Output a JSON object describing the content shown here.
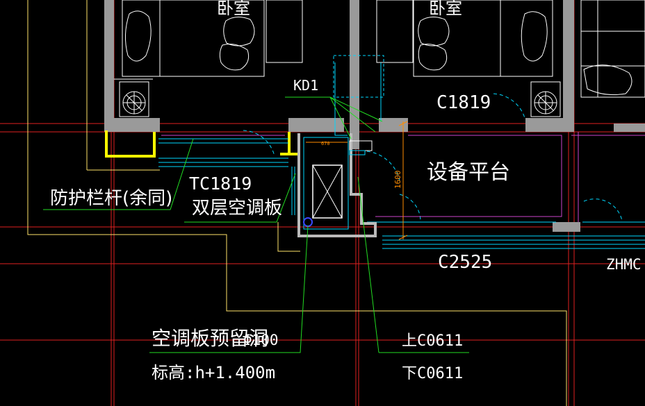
{
  "labels": {
    "room_left": "卧室",
    "room_right": "卧室",
    "kd1": "KD1",
    "c1819": "C1819",
    "equipment_platform": "设备平台",
    "dim_1600": "1600",
    "dim_670": "670",
    "railing_note": "防护栏杆(余同)",
    "tc1819": "TC1819",
    "double_ac_board": "双层空调板",
    "c2525": "C2525",
    "zhmc": "ZHMC",
    "ac_hole": "空调板预留洞",
    "ac_hole_dia": "Φ100",
    "elevation": "标高:h+1.400m",
    "upper_c0611": "上C0611",
    "lower_c0611": "下C0611"
  },
  "colors": {
    "background": "#000000",
    "wall_fill": "#9a9a9a",
    "axis_red": "#e02020",
    "yellow": "#ffff00",
    "cyan": "#00d8ff",
    "green": "#22dd22",
    "magenta": "#cc44cc",
    "white": "#ffffff",
    "orange": "#ff8c00",
    "light_yellow": "#ffe36a"
  }
}
